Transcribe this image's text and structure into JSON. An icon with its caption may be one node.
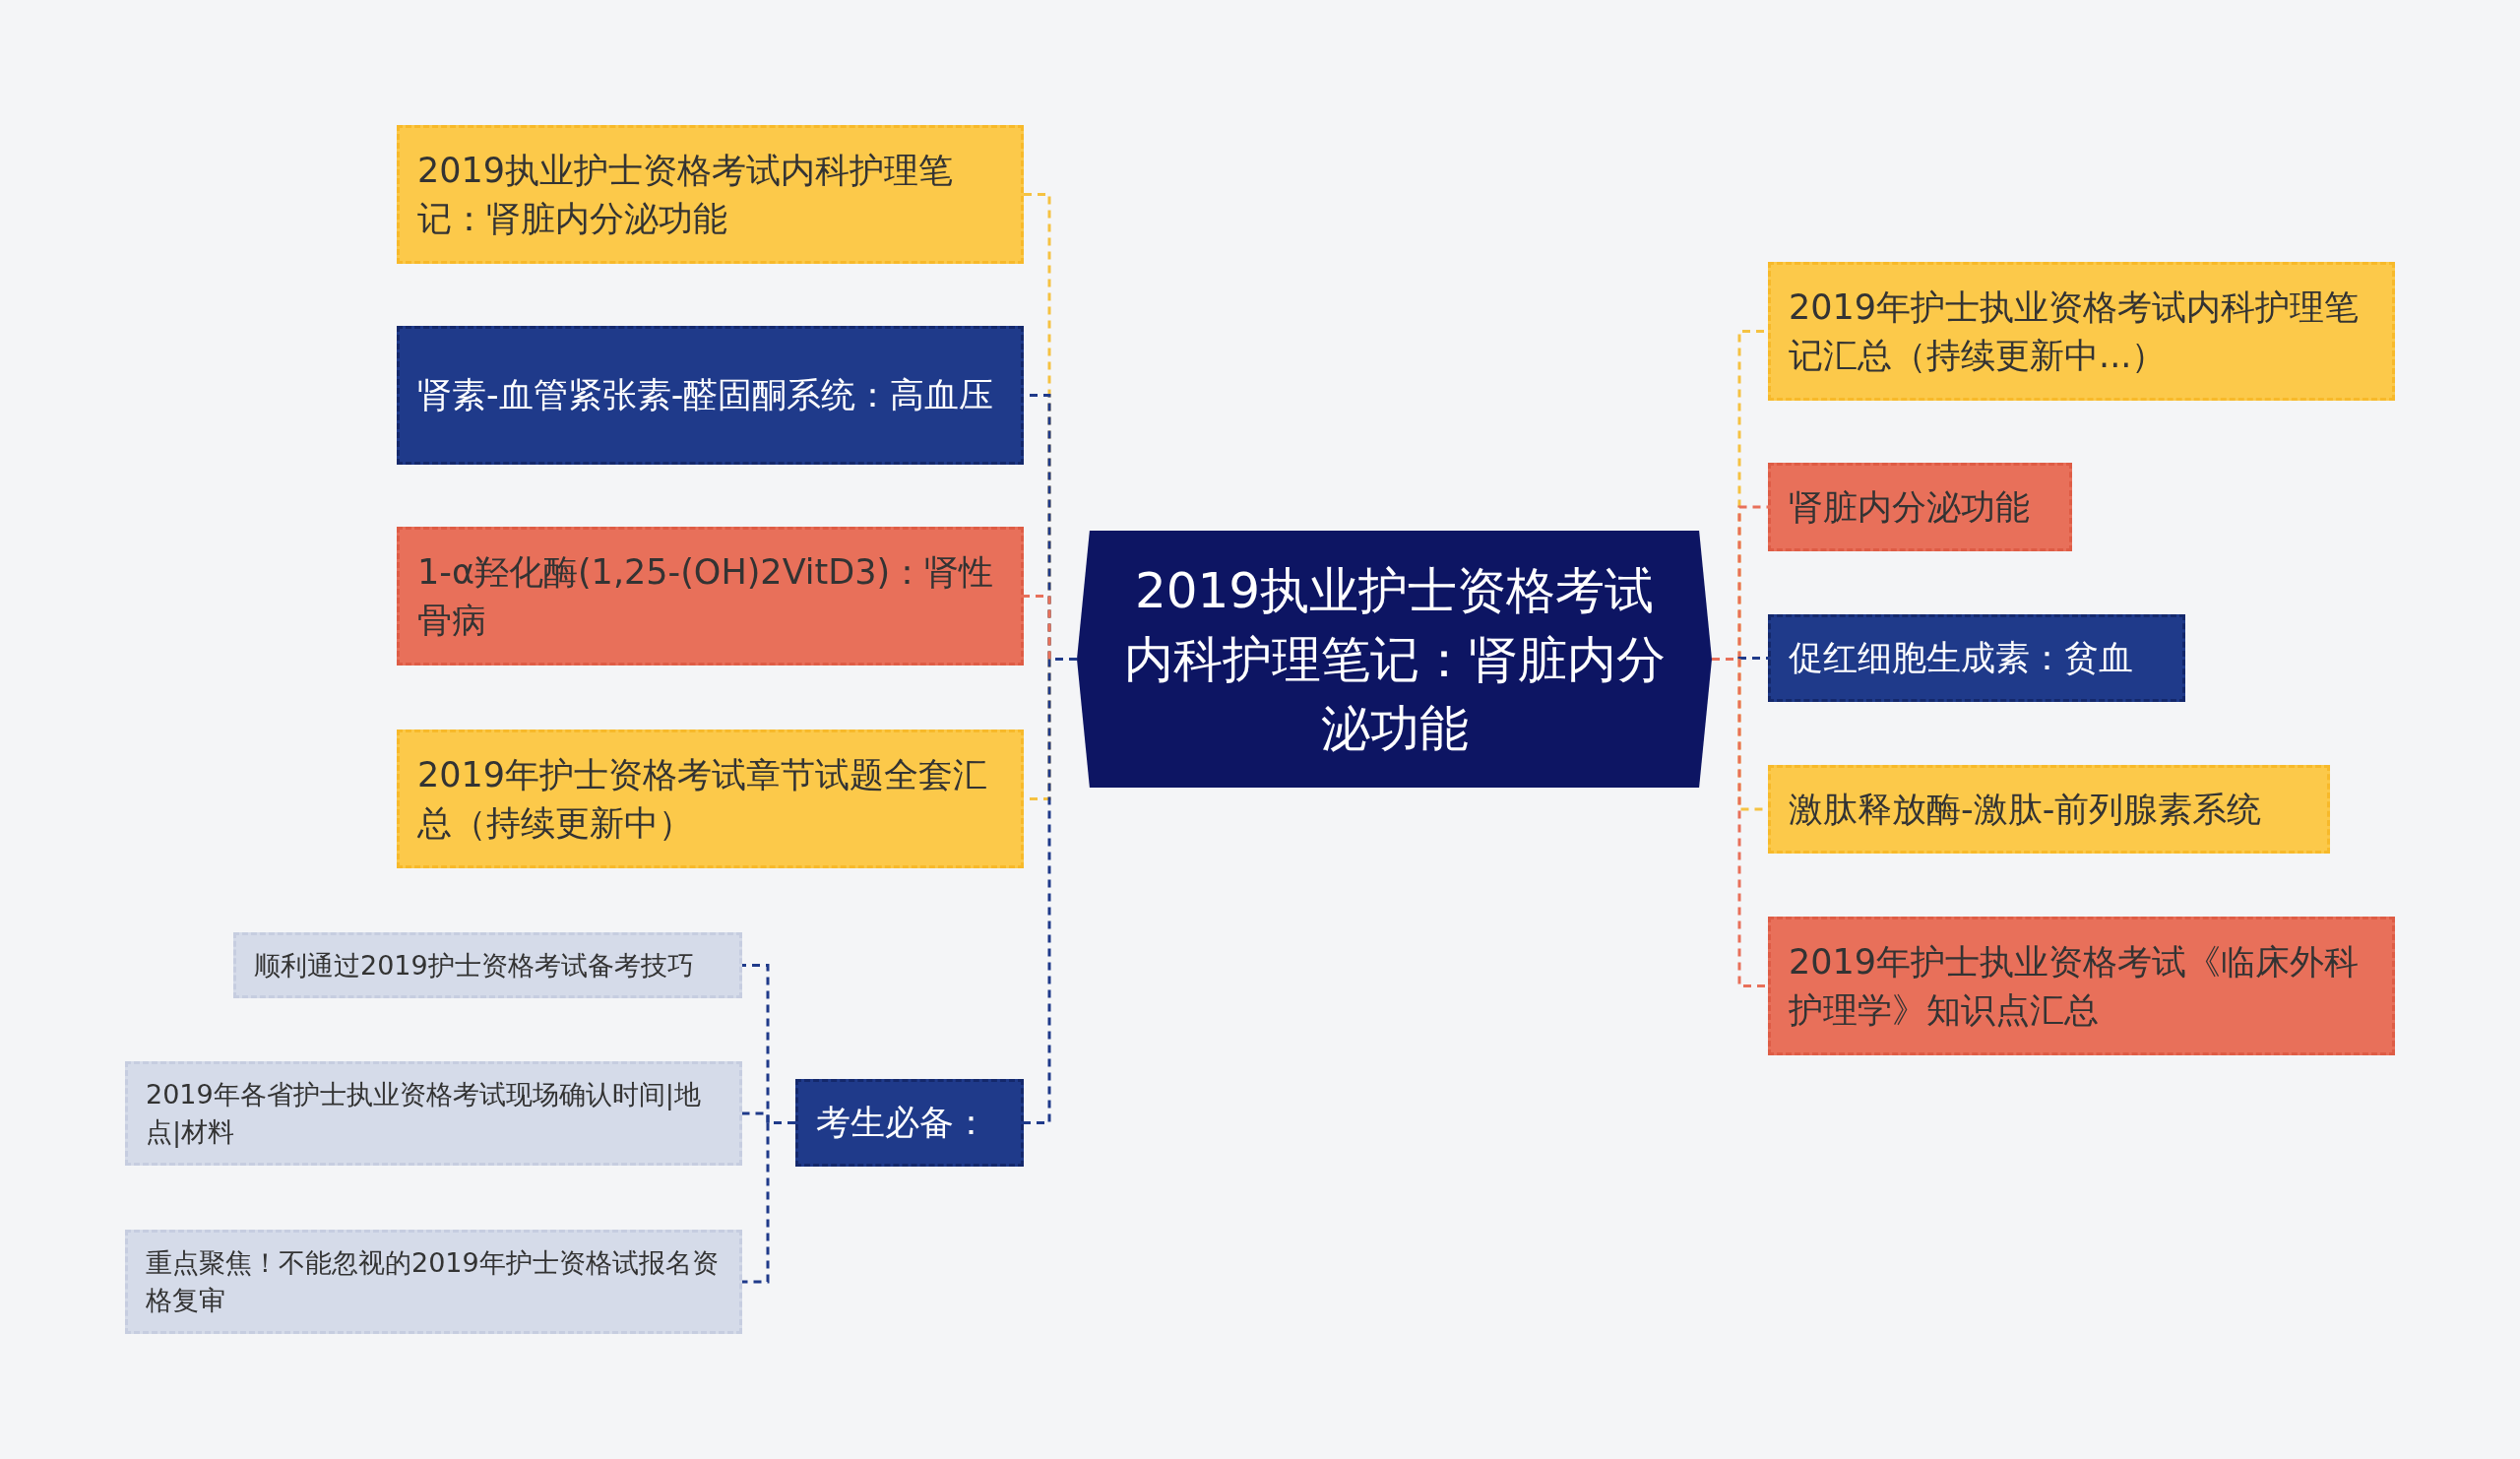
{
  "diagram": {
    "nodes": [
      {
        "text": [
          "2019执业护士资格考试内科护理笔记：肾脏内分泌功能"
        ]
      },
      {
        "text": [
          "2019执业护士资格考试内科护理笔记：肾脏内分泌功能"
        ]
      },
      {
        "text": [
          "肾素-血管紧张素-醛固酮系统：高血压"
        ]
      },
      {
        "text": [
          "1-α羟化酶(1,25-(OH)2VitD3)：肾性骨病"
        ]
      },
      {
        "text": [
          "2019年护士资格考试章节试题全套汇总（持续更新中）"
        ]
      },
      {
        "text": [
          "考生必备："
        ]
      },
      {
        "text": [
          "顺利通过2019护士资格考试备考技巧"
        ]
      },
      {
        "text": [
          "2019年各省护士执业资格考试现场确认时间|地点|材料"
        ]
      },
      {
        "text": [
          "重点聚焦！不能忽视的2019年护士资格试报名资格复审"
        ]
      },
      {
        "text": [
          "2019年护士执业资格考试内科护理笔记汇总（持续更新中...）"
        ]
      },
      {
        "text": [
          "肾脏内分泌功能"
        ]
      },
      {
        "text": [
          "促红细胞生成素：贫血"
        ]
      },
      {
        "text": [
          "激肽释放酶-激肽-前列腺素系统"
        ]
      },
      {
        "text": [
          "2019年护士执业资格考试《临床外科护理学》知识点汇总"
        ]
      }
    ],
    "edges": [
      {
        "from": 0,
        "to": 1,
        "arrow": "none",
        "style": "dashed",
        "color": "#f5c242"
      },
      {
        "from": 0,
        "to": 2,
        "arrow": "none",
        "style": "dashed",
        "color": "#1f3a8a"
      },
      {
        "from": 0,
        "to": 3,
        "arrow": "none",
        "style": "dashed",
        "color": "#e8705a"
      },
      {
        "from": 0,
        "to": 4,
        "arrow": "none",
        "style": "dashed",
        "color": "#f5c242"
      },
      {
        "from": 0,
        "to": 5,
        "arrow": "none",
        "style": "dashed",
        "color": "#1f3a8a"
      },
      {
        "from": 5,
        "to": 6,
        "arrow": "none",
        "style": "dashed",
        "color": "#1f3a8a"
      },
      {
        "from": 5,
        "to": 7,
        "arrow": "none",
        "style": "dashed",
        "color": "#1f3a8a"
      },
      {
        "from": 5,
        "to": 8,
        "arrow": "none",
        "style": "dashed",
        "color": "#1f3a8a"
      },
      {
        "from": 0,
        "to": 9,
        "arrow": "none",
        "style": "dashed",
        "color": "#f5c242"
      },
      {
        "from": 0,
        "to": 10,
        "arrow": "none",
        "style": "dashed",
        "color": "#e8705a"
      },
      {
        "from": 0,
        "to": 11,
        "arrow": "none",
        "style": "dashed",
        "color": "#1f3a8a"
      },
      {
        "from": 0,
        "to": 12,
        "arrow": "none",
        "style": "dashed",
        "color": "#f5c242"
      },
      {
        "from": 0,
        "to": 13,
        "arrow": "none",
        "style": "dashed",
        "color": "#e8705a"
      }
    ]
  }
}
